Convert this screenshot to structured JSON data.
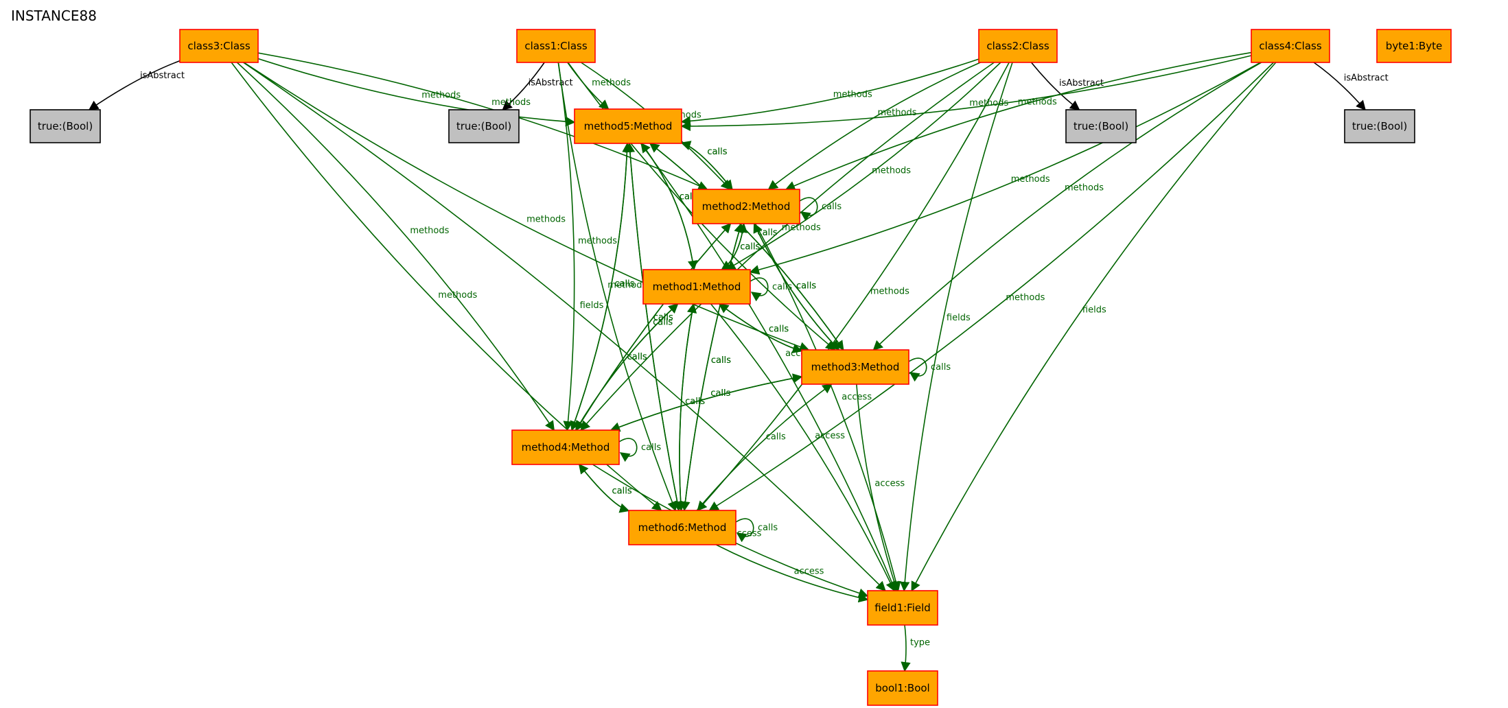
{
  "title": "INSTANCE88",
  "colors": {
    "object_fill": "#ffa500",
    "object_border": "#ff0000",
    "value_fill": "#c0c0c0",
    "value_border": "#000000",
    "edge_green": "#006400",
    "edge_black": "#000000"
  },
  "nodes": [
    {
      "id": "class3",
      "label": "class3:Class",
      "kind": "object"
    },
    {
      "id": "class1",
      "label": "class1:Class",
      "kind": "object"
    },
    {
      "id": "class2",
      "label": "class2:Class",
      "kind": "object"
    },
    {
      "id": "class4",
      "label": "class4:Class",
      "kind": "object"
    },
    {
      "id": "byte1",
      "label": "byte1:Byte",
      "kind": "object"
    },
    {
      "id": "true3",
      "label": "true:(Bool)",
      "kind": "value"
    },
    {
      "id": "true1",
      "label": "true:(Bool)",
      "kind": "value"
    },
    {
      "id": "true2",
      "label": "true:(Bool)",
      "kind": "value"
    },
    {
      "id": "true4",
      "label": "true:(Bool)",
      "kind": "value"
    },
    {
      "id": "method5",
      "label": "method5:Method",
      "kind": "object"
    },
    {
      "id": "method2",
      "label": "method2:Method",
      "kind": "object"
    },
    {
      "id": "method1",
      "label": "method1:Method",
      "kind": "object"
    },
    {
      "id": "method3",
      "label": "method3:Method",
      "kind": "object"
    },
    {
      "id": "method4",
      "label": "method4:Method",
      "kind": "object"
    },
    {
      "id": "method6",
      "label": "method6:Method",
      "kind": "object"
    },
    {
      "id": "field1",
      "label": "field1:Field",
      "kind": "object"
    },
    {
      "id": "bool1",
      "label": "bool1:Bool",
      "kind": "object"
    }
  ],
  "edges": [
    {
      "from": "class3",
      "to": "true3",
      "label": "isAbstract"
    },
    {
      "from": "class1",
      "to": "true1",
      "label": "isAbstract"
    },
    {
      "from": "class2",
      "to": "true2",
      "label": "isAbstract"
    },
    {
      "from": "class4",
      "to": "true4",
      "label": "isAbstract"
    },
    {
      "from": "class3",
      "to": "method5",
      "label": "methods"
    },
    {
      "from": "class3",
      "to": "method2",
      "label": "methods"
    },
    {
      "from": "class3",
      "to": "method3",
      "label": "methods"
    },
    {
      "from": "class3",
      "to": "method4",
      "label": "methods"
    },
    {
      "from": "class3",
      "to": "method6",
      "label": "methods"
    },
    {
      "from": "class3",
      "to": "field1",
      "label": "fields"
    },
    {
      "from": "class1",
      "to": "method5",
      "label": "methods"
    },
    {
      "from": "class1",
      "to": "method2",
      "label": "methods"
    },
    {
      "from": "class1",
      "to": "method3",
      "label": "methods"
    },
    {
      "from": "class1",
      "to": "method4",
      "label": "methods"
    },
    {
      "from": "class1",
      "to": "method6",
      "label": "methods"
    },
    {
      "from": "class2",
      "to": "method5",
      "label": "methods"
    },
    {
      "from": "class2",
      "to": "method2",
      "label": "methods"
    },
    {
      "from": "class2",
      "to": "method1",
      "label": "methods"
    },
    {
      "from": "class2",
      "to": "method4",
      "label": "methods"
    },
    {
      "from": "class2",
      "to": "method6",
      "label": "methods"
    },
    {
      "from": "class2",
      "to": "field1",
      "label": "fields"
    },
    {
      "from": "class4",
      "to": "method5",
      "label": "methods"
    },
    {
      "from": "class4",
      "to": "method2",
      "label": "methods"
    },
    {
      "from": "class4",
      "to": "method1",
      "label": "methods"
    },
    {
      "from": "class4",
      "to": "method3",
      "label": "methods"
    },
    {
      "from": "class4",
      "to": "method6",
      "label": "methods"
    },
    {
      "from": "class4",
      "to": "field1",
      "label": "fields"
    },
    {
      "from": "method5",
      "to": "method2",
      "label": "calls"
    },
    {
      "from": "method2",
      "to": "method5",
      "label": "calls"
    },
    {
      "from": "method5",
      "to": "method1",
      "label": "calls"
    },
    {
      "from": "method1",
      "to": "method5",
      "label": "calls"
    },
    {
      "from": "method5",
      "to": "method3",
      "label": "calls"
    },
    {
      "from": "method3",
      "to": "method5",
      "label": "calls"
    },
    {
      "from": "method5",
      "to": "method4",
      "label": "calls"
    },
    {
      "from": "method4",
      "to": "method5",
      "label": "calls"
    },
    {
      "from": "method5",
      "to": "method6",
      "label": "calls"
    },
    {
      "from": "method6",
      "to": "method5",
      "label": "calls"
    },
    {
      "from": "method5",
      "to": "field1",
      "label": "access"
    },
    {
      "from": "method2",
      "to": "method2",
      "label": "calls"
    },
    {
      "from": "method2",
      "to": "method1",
      "label": "calls"
    },
    {
      "from": "method1",
      "to": "method2",
      "label": "calls"
    },
    {
      "from": "method2",
      "to": "method3",
      "label": "calls"
    },
    {
      "from": "method3",
      "to": "method2",
      "label": "calls"
    },
    {
      "from": "method2",
      "to": "method4",
      "label": "calls"
    },
    {
      "from": "method4",
      "to": "method2",
      "label": "calls"
    },
    {
      "from": "method2",
      "to": "method6",
      "label": "calls"
    },
    {
      "from": "method6",
      "to": "method2",
      "label": "calls"
    },
    {
      "from": "method2",
      "to": "field1",
      "label": "access"
    },
    {
      "from": "method1",
      "to": "method1",
      "label": "calls"
    },
    {
      "from": "method1",
      "to": "method3",
      "label": "calls"
    },
    {
      "from": "method3",
      "to": "method1",
      "label": "calls"
    },
    {
      "from": "method1",
      "to": "method4",
      "label": "calls"
    },
    {
      "from": "method4",
      "to": "method1",
      "label": "calls"
    },
    {
      "from": "method1",
      "to": "method6",
      "label": "calls"
    },
    {
      "from": "method6",
      "to": "method1",
      "label": "calls"
    },
    {
      "from": "method1",
      "to": "field1",
      "label": "access"
    },
    {
      "from": "method3",
      "to": "method3",
      "label": "calls"
    },
    {
      "from": "method3",
      "to": "method4",
      "label": "calls"
    },
    {
      "from": "method4",
      "to": "method3",
      "label": "calls"
    },
    {
      "from": "method6",
      "to": "method3",
      "label": "calls"
    },
    {
      "from": "method3",
      "to": "field1",
      "label": "access"
    },
    {
      "from": "method4",
      "to": "method4",
      "label": "calls"
    },
    {
      "from": "method4",
      "to": "method6",
      "label": "calls"
    },
    {
      "from": "method6",
      "to": "method4",
      "label": "calls"
    },
    {
      "from": "method4",
      "to": "field1",
      "label": "access"
    },
    {
      "from": "method6",
      "to": "method6",
      "label": "calls"
    },
    {
      "from": "method6",
      "to": "field1",
      "label": "access"
    },
    {
      "from": "field1",
      "to": "bool1",
      "label": "type"
    }
  ]
}
